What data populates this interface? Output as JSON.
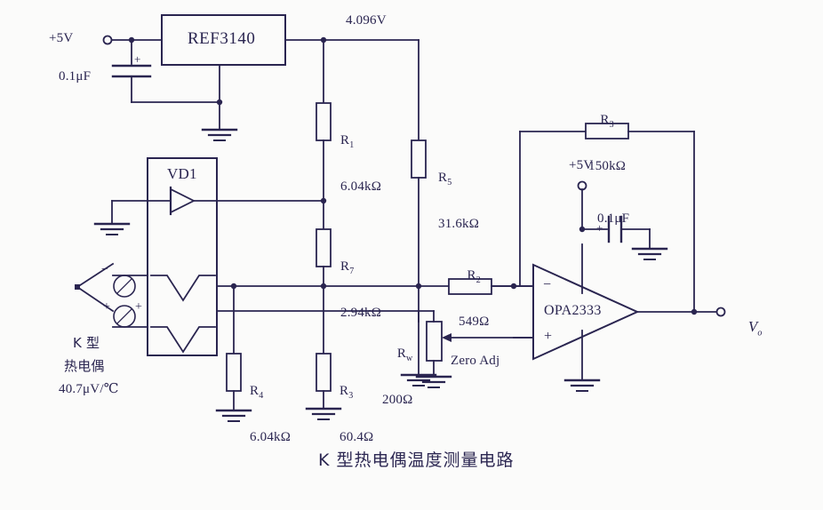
{
  "title": "K 型热电偶温度测量电路",
  "supply": {
    "input_label": "+5V",
    "input_cap": "0.1μF",
    "input_cap_polarity": "+",
    "opamp_supply_label": "+5V",
    "opamp_cap": "0.1μF",
    "opamp_cap_polarity": "+"
  },
  "reference": {
    "part": "REF3140",
    "output_voltage": "4.096V"
  },
  "opamp": {
    "part": "OPA2333",
    "inverting_mark": "−",
    "noninverting_mark": "+",
    "output_terminal": "V",
    "output_terminal_sub": "o"
  },
  "thermocouple": {
    "box_label": "VD1",
    "type_line1": "K 型",
    "type_line2": "热电偶",
    "sensitivity": "40.7μV/℃",
    "terminal_minus": "−",
    "terminal_plus": "+",
    "junction_plus": "+"
  },
  "components": [
    {
      "ref": "R",
      "sub": "1",
      "value": "6.04kΩ"
    },
    {
      "ref": "R",
      "sub": "5",
      "value": "31.6kΩ"
    },
    {
      "ref": "R",
      "sub": "3",
      "value": "150kΩ"
    },
    {
      "ref": "R",
      "sub": "7",
      "value": "2.94kΩ"
    },
    {
      "ref": "R",
      "sub": "2",
      "value": "549Ω"
    },
    {
      "ref": "R",
      "sub": "w",
      "value": "200Ω"
    },
    {
      "ref": "R",
      "sub": "4",
      "value": "6.04kΩ"
    },
    {
      "ref": "R",
      "sub": "3",
      "value": "60.4Ω"
    }
  ],
  "annotations": {
    "zero_adjust": "Zero Adj"
  },
  "colors": {
    "ink": "#2a2550",
    "background": "#fbfbfa"
  }
}
